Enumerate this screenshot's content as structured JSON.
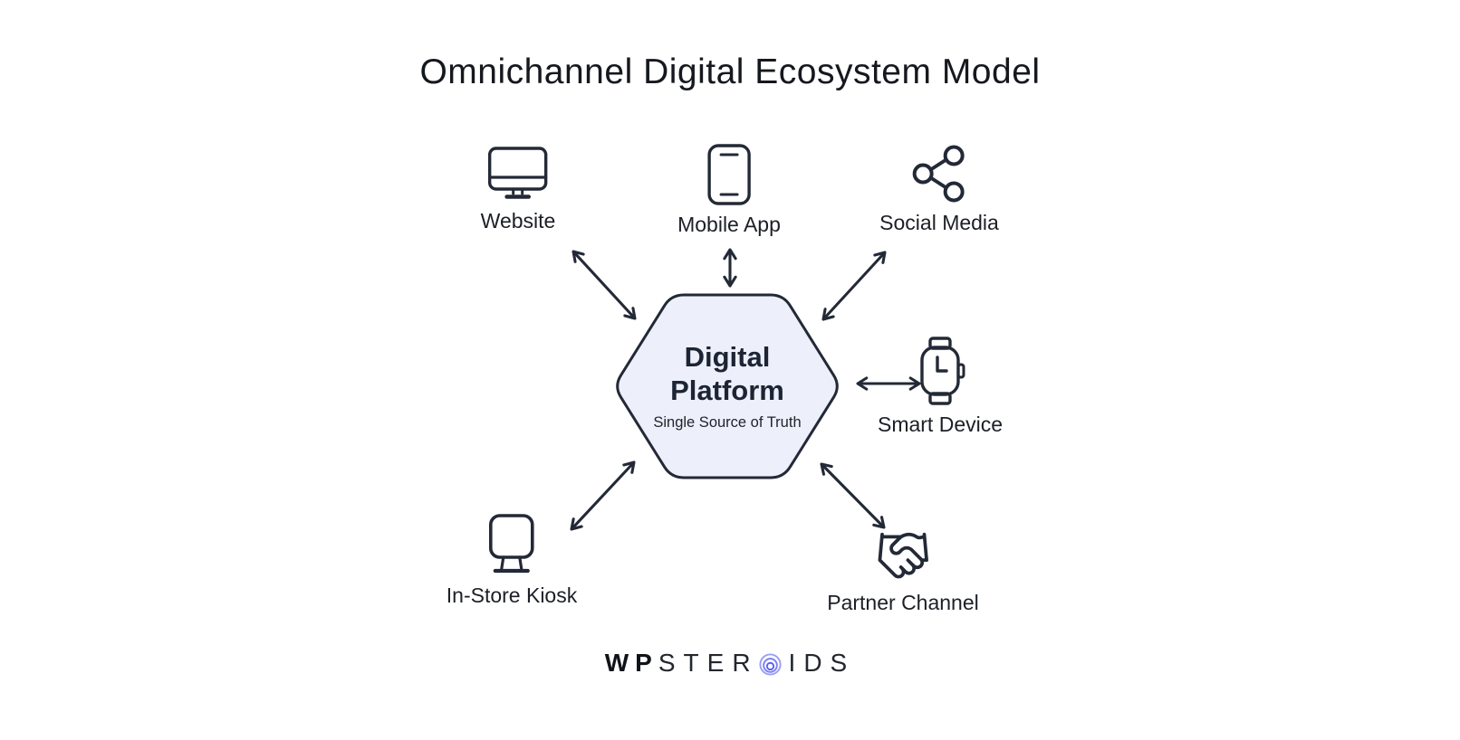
{
  "title": "Omnichannel Digital Ecosystem Model",
  "center": {
    "line1": "Digital",
    "line2": "Platform",
    "subtitle": "Single Source of Truth"
  },
  "nodes": [
    {
      "label": "Website",
      "icon": "monitor-icon"
    },
    {
      "label": "Mobile App",
      "icon": "tablet-icon"
    },
    {
      "label": "Social Media",
      "icon": "share-icon"
    },
    {
      "label": "Smart Device",
      "icon": "smartwatch-icon"
    },
    {
      "label": "Partner Channel",
      "icon": "handshake-icon"
    },
    {
      "label": "In-Store Kiosk",
      "icon": "kiosk-icon"
    }
  ],
  "footer": {
    "brand_bold": "WP",
    "brand_mid": "STER",
    "brand_end": "IDS"
  },
  "colors": {
    "background": "#ffffff",
    "ink": "#232936",
    "hexagon_fill": "#edf0fb",
    "hexagon_stroke": "#232936",
    "arrow": "#232936",
    "brand_accent": "#7276f1"
  }
}
